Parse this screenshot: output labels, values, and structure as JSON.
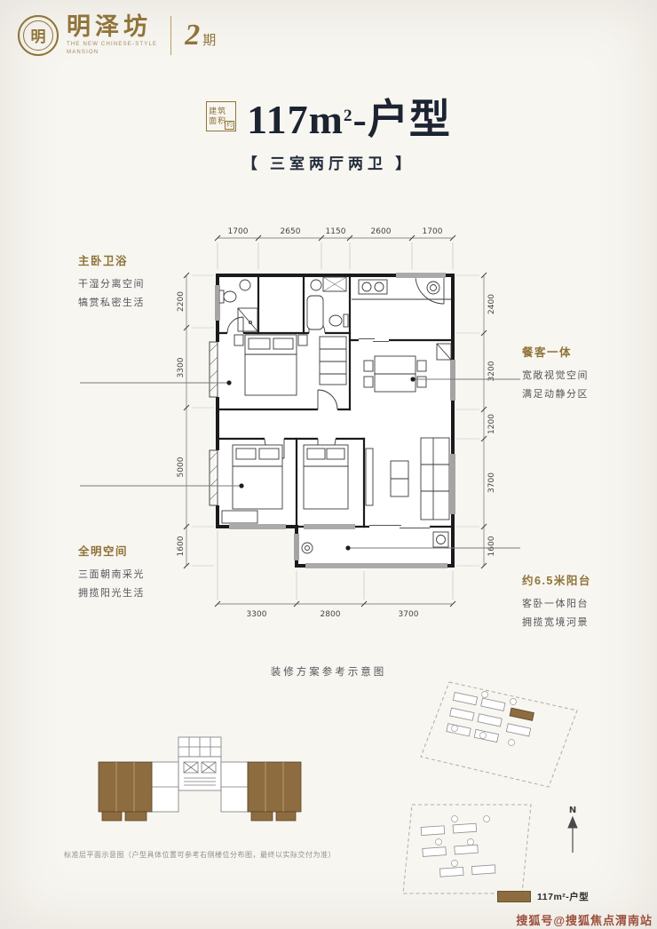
{
  "brand": {
    "name": "明泽坊",
    "phase_num": "2",
    "phase_unit": "期",
    "tagline_line1": "THE NEW CHINESE-STYLE",
    "tagline_line2": "MANSION",
    "seal_glyph": "明"
  },
  "title": {
    "badge_main": "建筑面积",
    "badge_small": "约",
    "num": "117m",
    "sup": "2",
    "suffix": "-户型",
    "subtitle": "【 三室两厅两卫 】"
  },
  "plan": {
    "dims_top": [
      "1700",
      "2650",
      "1150",
      "2600",
      "1700"
    ],
    "dims_left": [
      "2200",
      "3300",
      "5000",
      "1600"
    ],
    "dims_right": [
      "2400",
      "3200",
      "1200",
      "3700",
      "1600"
    ],
    "dims_bottom": [
      "3300",
      "2800",
      "3700"
    ],
    "caption": "装修方案参考示意图"
  },
  "annotations": {
    "a1": {
      "title": "主卧卫浴",
      "line1": "干湿分离空间",
      "line2": "犒赏私密生活"
    },
    "a2": {
      "title": "餐客一体",
      "line1": "宽敞视觉空间",
      "line2": "满足动静分区"
    },
    "a3": {
      "title": "全明空间",
      "line1": "三面朝南采光",
      "line2": "拥揽阳光生活"
    },
    "a4": {
      "title": "约6.5米阳台",
      "line1": "客卧一体阳台",
      "line2": "拥揽宽境河景"
    }
  },
  "floorplate": {
    "caption": "标准层平面示意图（户型具体位置可参考右侧楼位分布图，最终以实际交付为准）"
  },
  "siteplan": {
    "north_label": "N",
    "legend_label": "117m²-户型"
  },
  "watermark": "搜狐号@搜狐焦点渭南站",
  "colors": {
    "accent": "#8f7339",
    "ink": "#1c2331",
    "wall": "#1b1b1b",
    "highlight": "#8d6c3f"
  }
}
